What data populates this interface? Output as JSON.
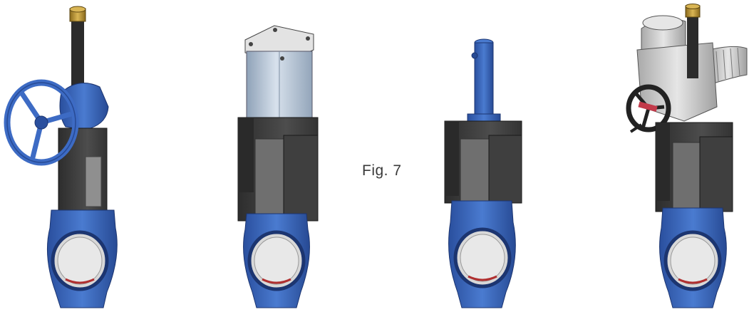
{
  "figure": {
    "label": "Fig. 7"
  },
  "valves": [
    {
      "actuator": "handwheel-gearbox"
    },
    {
      "actuator": "pneumatic-cylinder"
    },
    {
      "actuator": "hydraulic-cylinder"
    },
    {
      "actuator": "electric-actuator"
    }
  ],
  "colors": {
    "body_blue": "#3d6bc4",
    "body_blue_dark": "#274a94",
    "housing_dark": "#3c3c3c",
    "housing_mid": "#575757",
    "gate_grey": "#8a8a8a",
    "cylinder_light": "#b9c6d6",
    "actuator_light": "#d4d4d4",
    "brass": "#b08a2e",
    "stem_black": "#2b2b2b"
  }
}
